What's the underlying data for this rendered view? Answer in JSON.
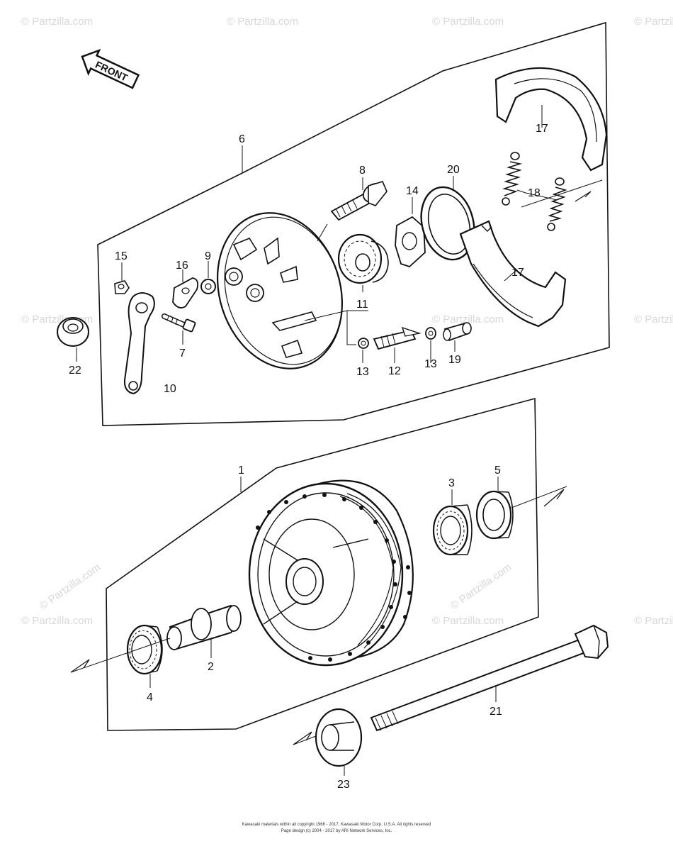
{
  "watermark": "© Partzilla.com",
  "front_label": "FRONT",
  "callouts": {
    "c1": "1",
    "c2": "2",
    "c3": "3",
    "c4": "4",
    "c5": "5",
    "c6": "6",
    "c7": "7",
    "c8": "8",
    "c9": "9",
    "c10": "10",
    "c11": "11",
    "c12": "12",
    "c13a": "13",
    "c13b": "13",
    "c14": "14",
    "c15": "15",
    "c16": "16",
    "c17a": "17",
    "c17b": "17",
    "c18": "18",
    "c19": "19",
    "c20": "20",
    "c21": "21",
    "c22": "22",
    "c23": "23"
  },
  "footer": {
    "line1": "Kawasaki materials within all copyright 1966 - 2017, Kawasaki Motor Corp. U.S.A.  All rights reserved",
    "line2": "Page design (c) 2004 - 2017 by ARI Network Services, Inc."
  }
}
